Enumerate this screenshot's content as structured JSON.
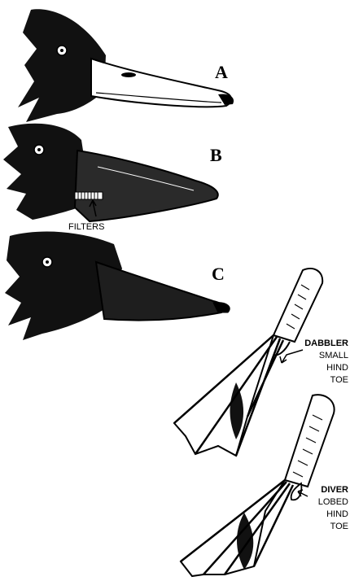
{
  "heads": {
    "a": {
      "letter": "A"
    },
    "b": {
      "letter": "B",
      "callout": "FILTERS"
    },
    "c": {
      "letter": "C"
    }
  },
  "feet": {
    "dabbler": {
      "title": "DABBLER",
      "line1": "SMALL",
      "line2": "HIND",
      "line3": "TOE"
    },
    "diver": {
      "title": "DIVER",
      "line1": "LOBED",
      "line2": "HIND",
      "line3": "TOE"
    }
  },
  "colors": {
    "ink": "#000000",
    "paper": "#ffffff"
  }
}
